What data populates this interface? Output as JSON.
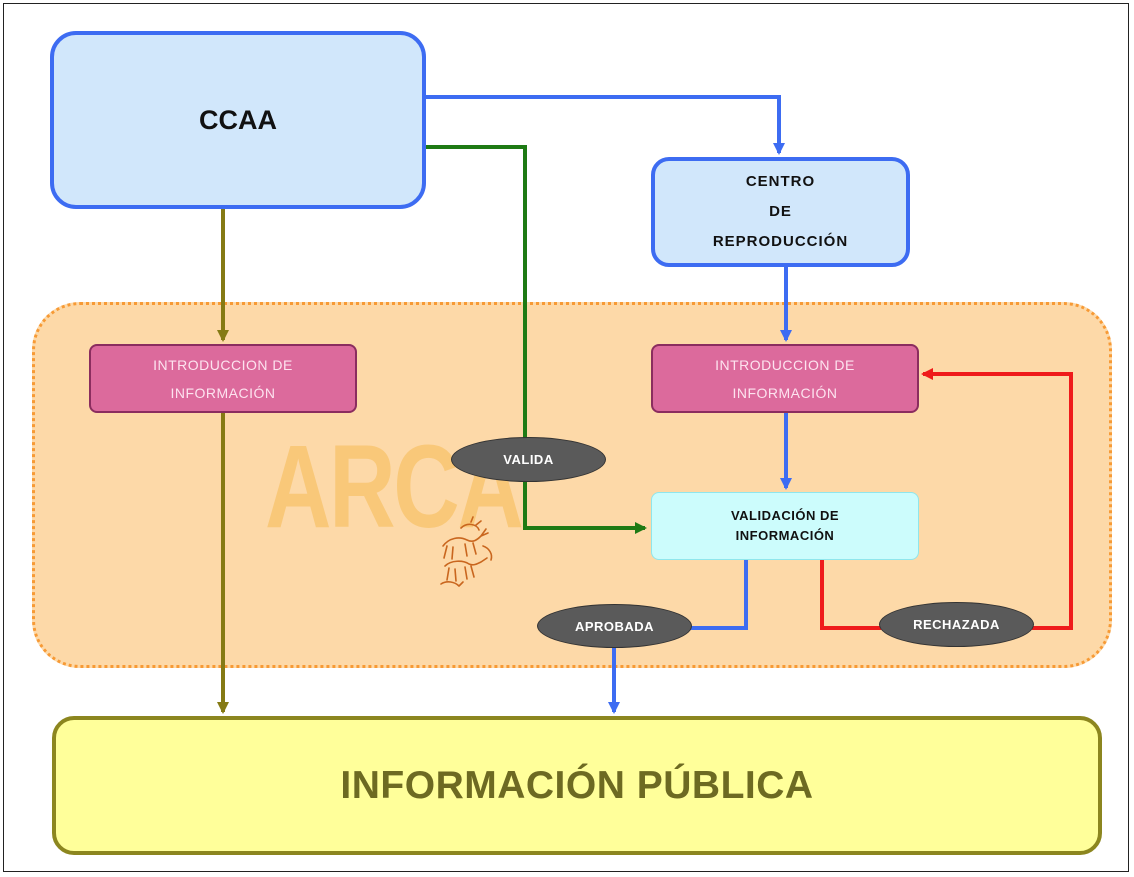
{
  "nodes": {
    "ccaa": "CCAA",
    "centro": [
      "CENTRO",
      "DE",
      "REPRODUCCIÓN"
    ],
    "intro_left": [
      "INTRODUCCION DE",
      "INFORMACIÓN"
    ],
    "intro_right": [
      "INTRODUCCION DE",
      "INFORMACIÓN"
    ],
    "validacion": [
      "VALIDACIÓN DE",
      "INFORMACIÓN"
    ],
    "publica": "INFORMACIÓN PÚBLICA"
  },
  "labels": {
    "valida": "VALIDA",
    "aprobada": "APROBADA",
    "rechazada": "RECHAZADA"
  },
  "watermark": "ARCA",
  "colors": {
    "blue_arrow": "#3d6cf2",
    "green_arrow": "#1e7a14",
    "olive_arrow": "#857a14",
    "red_arrow": "#ef1b1b",
    "arca_fill": "#fdd9a8",
    "arca_border": "#f79a35",
    "node_blue_fill": "#d1e7fb",
    "intro_fill": "#dc6a9c",
    "validacion_fill": "#ccfcfc",
    "publica_fill": "#ffff9a",
    "oval_fill": "#5a5a5a"
  },
  "edges": [
    {
      "from": "ccaa",
      "to": "centro",
      "color": "blue"
    },
    {
      "from": "ccaa",
      "to": "validacion",
      "color": "green",
      "label": "valida"
    },
    {
      "from": "ccaa",
      "to": "intro_left",
      "color": "olive"
    },
    {
      "from": "intro_left",
      "to": "publica",
      "color": "olive"
    },
    {
      "from": "centro",
      "to": "intro_right",
      "color": "blue"
    },
    {
      "from": "intro_right",
      "to": "validacion",
      "color": "blue"
    },
    {
      "from": "validacion",
      "to": "publica",
      "color": "blue",
      "label": "aprobada"
    },
    {
      "from": "validacion",
      "to": "intro_right",
      "color": "red",
      "label": "rechazada"
    }
  ]
}
